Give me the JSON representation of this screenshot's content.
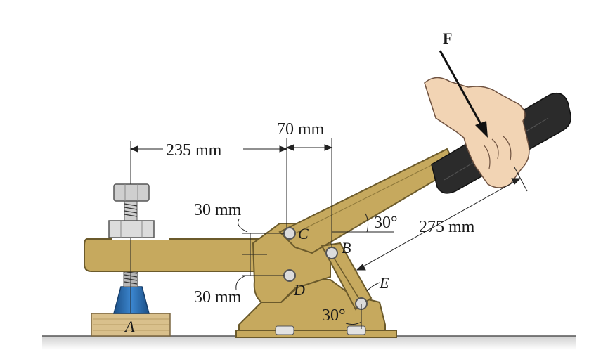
{
  "force_label": "F",
  "dimensions": {
    "d235": "235 mm",
    "d70": "70 mm",
    "d30_top": "30 mm",
    "d30_bottom": "30 mm",
    "d275": "275 mm",
    "angle_handle": "30°",
    "angle_link": "30°"
  },
  "points": {
    "A": "A",
    "B": "B",
    "C": "C",
    "D": "D",
    "E": "E"
  },
  "colors": {
    "steel": "#c6a95e",
    "steel_dark": "#7d6a35",
    "grip": "#2b2b2b",
    "base_wood": "#d9c08c",
    "block_blue": "#2f6fb0",
    "bolt": "#cfcfcf"
  }
}
